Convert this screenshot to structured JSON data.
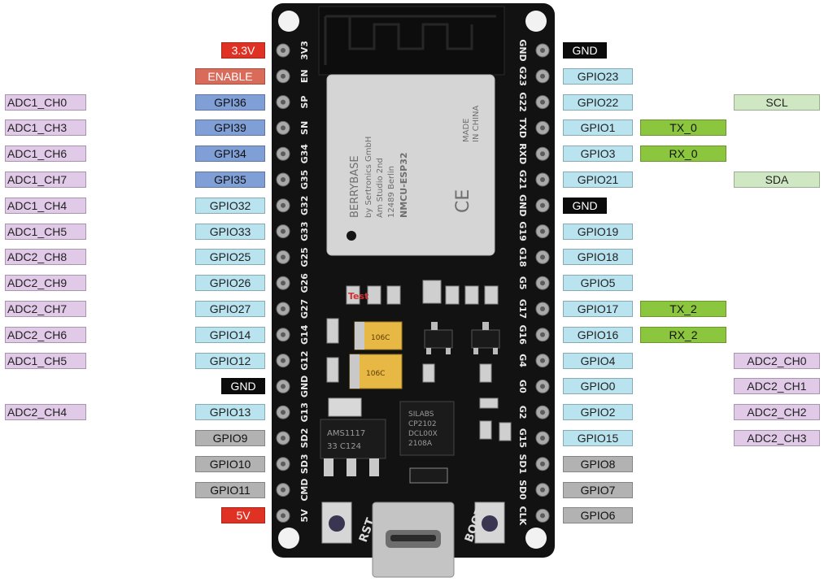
{
  "board": {
    "module_text": [
      "BERRYBASE",
      "by Sertronics GmbH",
      "Am Studio 2nd",
      "12489 Berlin",
      "NMCU-ESP32"
    ],
    "module_side_text": [
      "MADE",
      "IN CHINA"
    ],
    "chip_text": [
      "SILABS",
      "CP2102",
      "DCL00X",
      "2108A"
    ],
    "regulator_text": [
      "AMS1117",
      "33  C124"
    ],
    "cap_text": "106C",
    "cap_text2": "106C",
    "test_text": "Test",
    "rst_label": "RST",
    "boot_label": "BOOT",
    "left_pin_names": [
      "3V3",
      "EN",
      "SP",
      "SN",
      "G34",
      "G35",
      "G32",
      "G33",
      "G25",
      "G26",
      "G27",
      "G14",
      "G12",
      "GND",
      "G13",
      "SD2",
      "SD3",
      "CMD",
      "5V"
    ],
    "right_pin_names": [
      "GND",
      "G23",
      "G22",
      "TXD",
      "RXD",
      "G21",
      "GND",
      "G19",
      "G18",
      "G5",
      "G17",
      "G16",
      "G4",
      "G0",
      "G2",
      "G15",
      "SD1",
      "SD0",
      "CLK"
    ],
    "colors": {
      "pcb": "#121212",
      "module": "#d5d5d5",
      "pin": "#a9a9a9"
    }
  },
  "left_adc": [
    {
      "row": 3,
      "text": "ADC1_CH0"
    },
    {
      "row": 4,
      "text": "ADC1_CH3"
    },
    {
      "row": 5,
      "text": "ADC1_CH6"
    },
    {
      "row": 6,
      "text": "ADC1_CH7"
    },
    {
      "row": 7,
      "text": "ADC1_CH4"
    },
    {
      "row": 8,
      "text": "ADC1_CH5"
    },
    {
      "row": 9,
      "text": "ADC2_CH8"
    },
    {
      "row": 10,
      "text": "ADC2_CH9"
    },
    {
      "row": 11,
      "text": "ADC2_CH7"
    },
    {
      "row": 12,
      "text": "ADC2_CH6"
    },
    {
      "row": 13,
      "text": "ADC1_CH5"
    },
    {
      "row": 15,
      "text": "ADC2_CH4"
    }
  ],
  "left_pins": [
    {
      "row": 1,
      "text": "3.3V",
      "type": "pwr"
    },
    {
      "row": 2,
      "text": "ENABLE",
      "type": "en"
    },
    {
      "row": 3,
      "text": "GPI36",
      "type": "gpi"
    },
    {
      "row": 4,
      "text": "GPI39",
      "type": "gpi"
    },
    {
      "row": 5,
      "text": "GPI34",
      "type": "gpi"
    },
    {
      "row": 6,
      "text": "GPI35",
      "type": "gpi"
    },
    {
      "row": 7,
      "text": "GPIO32",
      "type": "gpio"
    },
    {
      "row": 8,
      "text": "GPIO33",
      "type": "gpio"
    },
    {
      "row": 9,
      "text": "GPIO25",
      "type": "gpio"
    },
    {
      "row": 10,
      "text": "GPIO26",
      "type": "gpio"
    },
    {
      "row": 11,
      "text": "GPIO27",
      "type": "gpio"
    },
    {
      "row": 12,
      "text": "GPIO14",
      "type": "gpio"
    },
    {
      "row": 13,
      "text": "GPIO12",
      "type": "gpio"
    },
    {
      "row": 14,
      "text": "GND",
      "type": "gnd"
    },
    {
      "row": 15,
      "text": "GPIO13",
      "type": "gpio"
    },
    {
      "row": 16,
      "text": "GPIO9",
      "type": "gpio-gray"
    },
    {
      "row": 17,
      "text": "GPIO10",
      "type": "gpio-gray"
    },
    {
      "row": 18,
      "text": "GPIO11",
      "type": "gpio-gray"
    },
    {
      "row": 19,
      "text": "5V",
      "type": "pwr"
    }
  ],
  "right_pins": [
    {
      "row": 1,
      "text": "GND",
      "type": "gnd"
    },
    {
      "row": 2,
      "text": "GPIO23",
      "type": "gpio"
    },
    {
      "row": 3,
      "text": "GPIO22",
      "type": "gpio"
    },
    {
      "row": 4,
      "text": "GPIO1",
      "type": "gpio"
    },
    {
      "row": 5,
      "text": "GPIO3",
      "type": "gpio"
    },
    {
      "row": 6,
      "text": "GPIO21",
      "type": "gpio"
    },
    {
      "row": 7,
      "text": "GND",
      "type": "gnd"
    },
    {
      "row": 8,
      "text": "GPIO19",
      "type": "gpio"
    },
    {
      "row": 9,
      "text": "GPIO18",
      "type": "gpio"
    },
    {
      "row": 10,
      "text": "GPIO5",
      "type": "gpio"
    },
    {
      "row": 11,
      "text": "GPIO17",
      "type": "gpio"
    },
    {
      "row": 12,
      "text": "GPIO16",
      "type": "gpio"
    },
    {
      "row": 13,
      "text": "GPIO4",
      "type": "gpio"
    },
    {
      "row": 14,
      "text": "GPIO0",
      "type": "gpio"
    },
    {
      "row": 15,
      "text": "GPIO2",
      "type": "gpio"
    },
    {
      "row": 16,
      "text": "GPIO15",
      "type": "gpio"
    },
    {
      "row": 17,
      "text": "GPIO8",
      "type": "gpio-gray"
    },
    {
      "row": 18,
      "text": "GPIO7",
      "type": "gpio-gray"
    },
    {
      "row": 19,
      "text": "GPIO6",
      "type": "gpio-gray"
    }
  ],
  "uart": [
    {
      "row": 4,
      "text": "TX_0"
    },
    {
      "row": 5,
      "text": "RX_0"
    },
    {
      "row": 11,
      "text": "TX_2"
    },
    {
      "row": 12,
      "text": "RX_2"
    }
  ],
  "right_extra": [
    {
      "row": 3,
      "text": "SCL",
      "type": "i2c"
    },
    {
      "row": 6,
      "text": "SDA",
      "type": "i2c"
    },
    {
      "row": 13,
      "text": "ADC2_CH0",
      "type": "adc"
    },
    {
      "row": 14,
      "text": "ADC2_CH1",
      "type": "adc"
    },
    {
      "row": 15,
      "text": "ADC2_CH2",
      "type": "adc"
    },
    {
      "row": 16,
      "text": "ADC2_CH3",
      "type": "adc"
    }
  ]
}
